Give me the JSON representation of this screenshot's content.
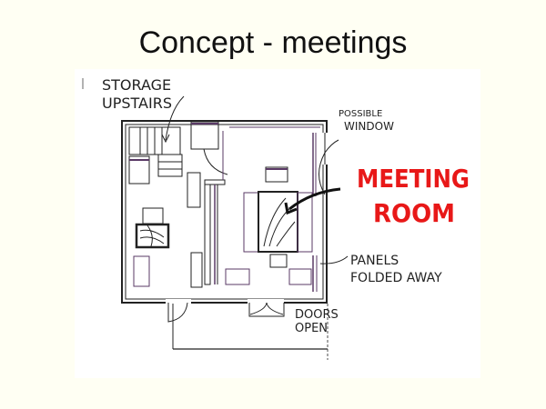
{
  "slide": {
    "title": "Concept - meetings",
    "background": "#fffff3"
  },
  "sketch": {
    "annotations": {
      "storage_line1": "STORAGE",
      "storage_line2": "UPSTAIRS",
      "window_line1": "POSSIBLE",
      "window_line2": "WINDOW",
      "meeting_line1": "MEETING",
      "meeting_line2": "ROOM",
      "panels_line1": "PANELS",
      "panels_line2": "FOLDED AWAY",
      "doors_line1": "DOORS",
      "doors_line2": "OPEN"
    },
    "colors": {
      "ink": "#222222",
      "furniture": "#5a3a66",
      "highlight": "#e81818"
    }
  }
}
